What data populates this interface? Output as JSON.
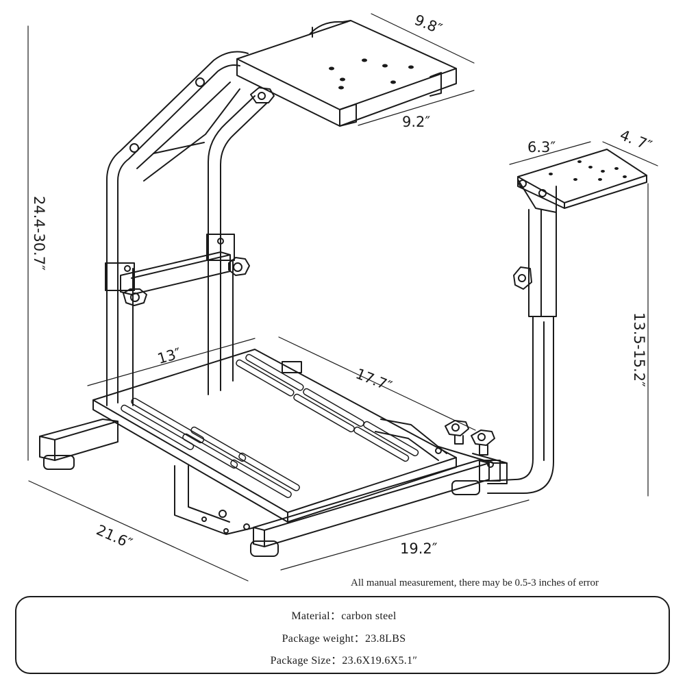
{
  "dimensions": {
    "top_plate_depth": "9.8″",
    "top_plate_width": "9.2″",
    "shifter_plate_width": "6.3″",
    "shifter_plate_depth": "4. 7″",
    "overall_height": "24.4-30.7″",
    "shifter_height": "13.5-15.2″",
    "pedal_plate_width": "13″",
    "pedal_plate_length": "17.7″",
    "base_depth": "21.6″",
    "base_width": "19.2″"
  },
  "note": "All manual measurement, there may be 0.5-3 inches of error",
  "specs": {
    "material": "Material：carbon steel",
    "weight": "Package weight：23.8LBS",
    "size": "Package Size：23.6X19.6X5.1″"
  }
}
